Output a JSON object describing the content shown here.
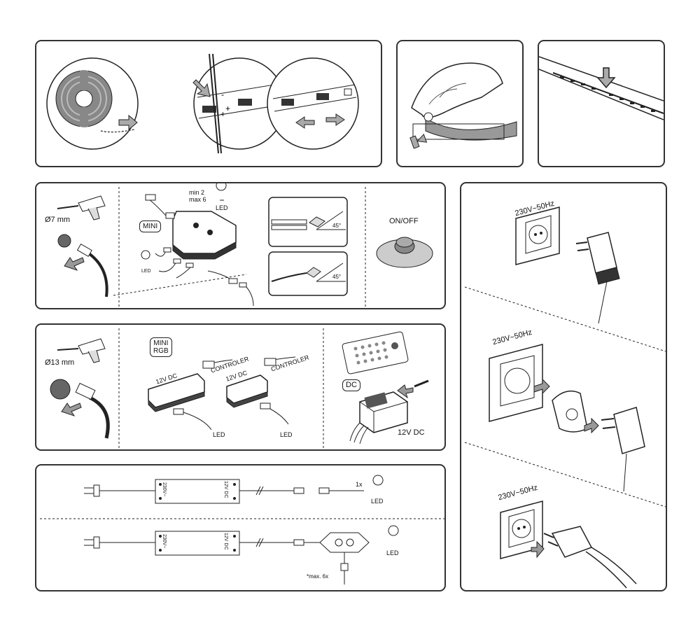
{
  "row2": {
    "drill_diameter": "Ø7 mm",
    "min_max": "min 2\nmax 6",
    "led": "LED",
    "led_small": "LED",
    "mini_label": "MINI",
    "angle_top": "45°",
    "angle_bottom": "45°",
    "switch_label": "ON/OFF"
  },
  "row3": {
    "drill_diameter": "Ø13 mm",
    "mini_rgb_label": "MINI\nRGB",
    "dc_in_1": "12V DC",
    "dc_in_2": "12V DC",
    "controller_1": "CONTROLER",
    "controller_2": "CONTROLER",
    "led_1": "LED",
    "led_2": "LED",
    "dc_label": "DC",
    "dc_out": "12V DC"
  },
  "row4": {
    "psu_in_1": "230V~",
    "psu_out_1": "12V DC",
    "psu_in_2": "230V~",
    "psu_out_2": "12V DC",
    "qty_1x": "1x",
    "led_top": "LED",
    "led_bottom": "LED",
    "max_note": "*max. 6x"
  },
  "right": {
    "socket_1": "230V~50Hz",
    "socket_2": "230V~50Hz",
    "socket_3": "230V~50Hz"
  },
  "colors": {
    "line": "#222222",
    "arrow_fill": "#9a9a9a",
    "panel_border": "#333333"
  }
}
